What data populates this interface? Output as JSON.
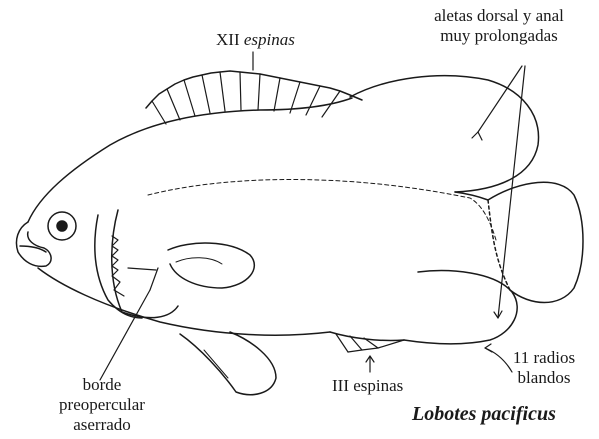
{
  "labels": {
    "dorsal_spines_prefix": "XII",
    "dorsal_spines_word": "espinas",
    "fins_line1": "aletas dorsal y anal",
    "fins_line2": "muy prolongadas",
    "anal_spines": "III espinas",
    "soft_rays_line1": "11 radios",
    "soft_rays_line2": "blandos",
    "preopercle_line1": "borde",
    "preopercle_line2": "preopercular",
    "preopercle_line3": "aserrado"
  },
  "species_name": "Lobotes pacificus",
  "colors": {
    "line": "#1a1a1a",
    "background": "#ffffff"
  }
}
